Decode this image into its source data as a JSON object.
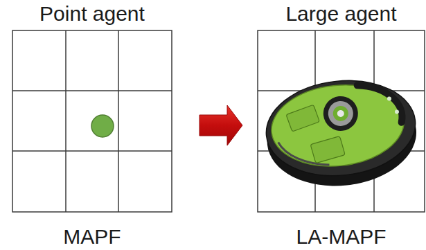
{
  "diagram": {
    "nodes": [
      {
        "text": [
          "Point agent",
          "MAPF"
        ]
      },
      {
        "text": [
          "Large agent",
          "LA-MAPF"
        ]
      }
    ],
    "edges": [
      {
        "from": 0,
        "to": 1,
        "arrow": "to"
      }
    ]
  }
}
